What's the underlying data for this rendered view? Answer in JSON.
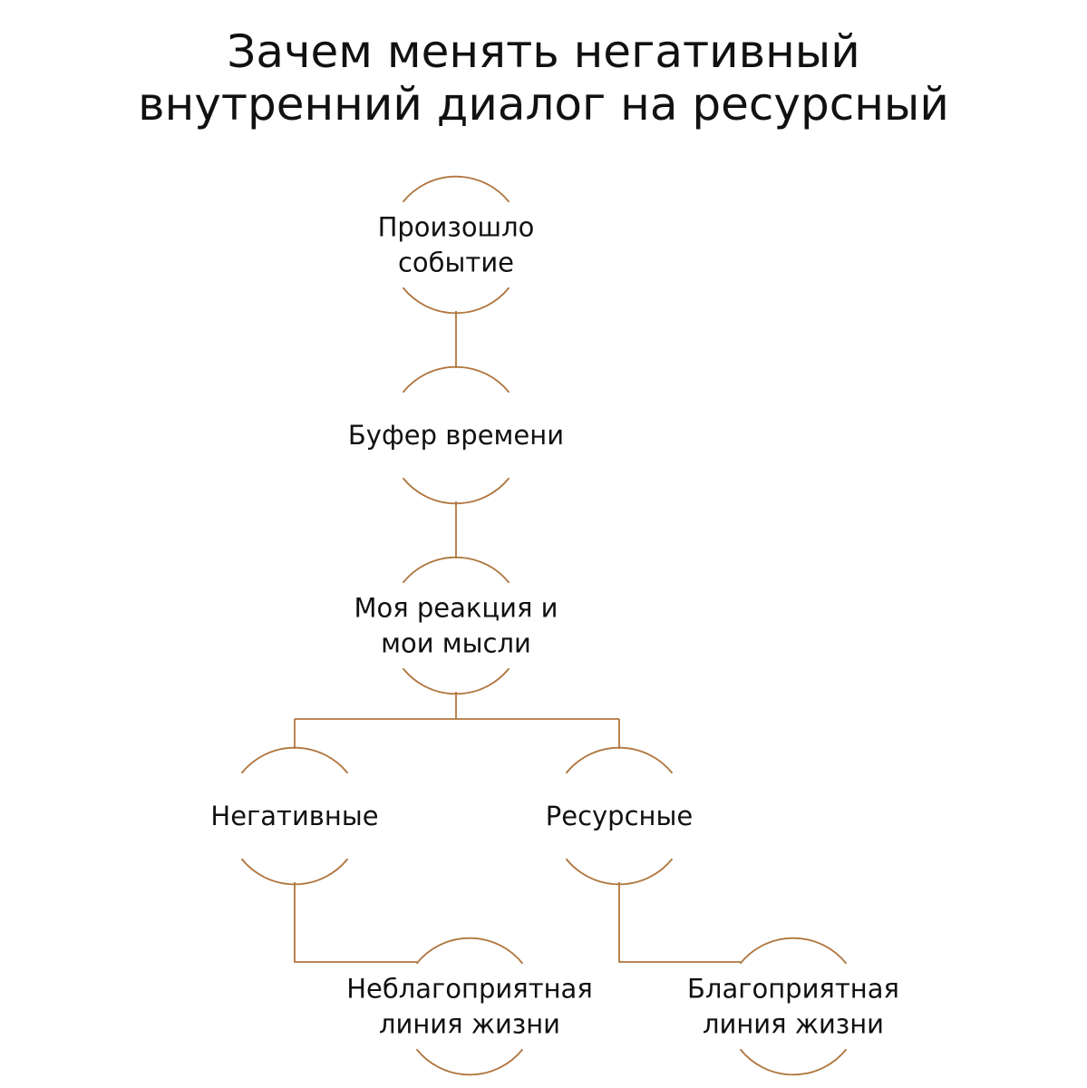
{
  "title": {
    "line1": "Зачем менять негативный",
    "line2": "внутренний диалог на ресурсный"
  },
  "nodes": {
    "event": {
      "lines": [
        "Произошло",
        "событие"
      ]
    },
    "buffer": {
      "lines": [
        "Буфер времени"
      ]
    },
    "reaction": {
      "lines": [
        "Моя реакция и",
        "мои мысли"
      ]
    },
    "negative": {
      "lines": [
        "Негативные"
      ]
    },
    "resource": {
      "lines": [
        "Ресурсные"
      ]
    },
    "unfavorable": {
      "lines": [
        "Неблагоприятная",
        "линия жизни"
      ]
    },
    "favorable": {
      "lines": [
        "Благоприятная",
        "линия жизни"
      ]
    }
  },
  "colors": {
    "accent": "#b0763f",
    "text": "#111111",
    "background": "#ffffff"
  }
}
